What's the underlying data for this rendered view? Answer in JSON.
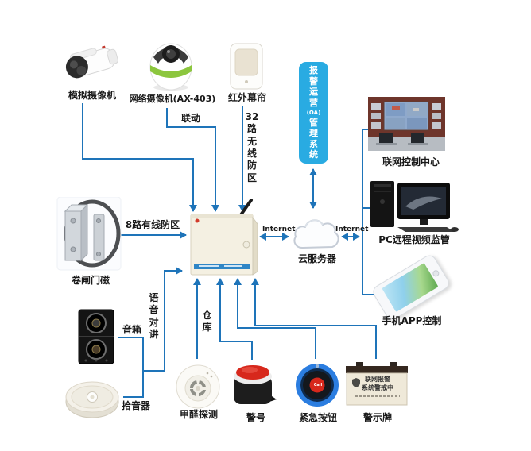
{
  "labels": {
    "analog_camera": "模拟摄像机",
    "network_camera": "网络摄像机(AX-403)",
    "ir_curtain": "红外幕帘",
    "linkage": "联动",
    "wireless_zones": "32路无线防区",
    "wired_zones": "8路有线防区",
    "door_magnet": "卷闸门磁",
    "voice_intercom": "语音对讲",
    "warehouse": "仓库",
    "speaker": "音箱",
    "pickup": "拾音器",
    "formaldehyde": "甲醛探测",
    "siren": "警号",
    "emergency_button": "紧急按钮",
    "warning_sign": "警示牌",
    "cloud": "云服务器",
    "internet_left": "Internet",
    "internet_right": "Internet",
    "control_center": "联网控制中心",
    "pc_monitor": "PC远程视频监管",
    "phone_app": "手机APP控制"
  },
  "oa_box": {
    "top": "报警运营",
    "mid": "(OA)",
    "bottom": "管理系统"
  },
  "emergency_button": {
    "center_text": "Call"
  },
  "warning_sign": {
    "line1": "联网报警",
    "line2": "系统警戒中"
  },
  "colors": {
    "connector": "#1E74B9",
    "oa_box_fill": "#29ABE2",
    "label_text": "#1a1a1a"
  }
}
